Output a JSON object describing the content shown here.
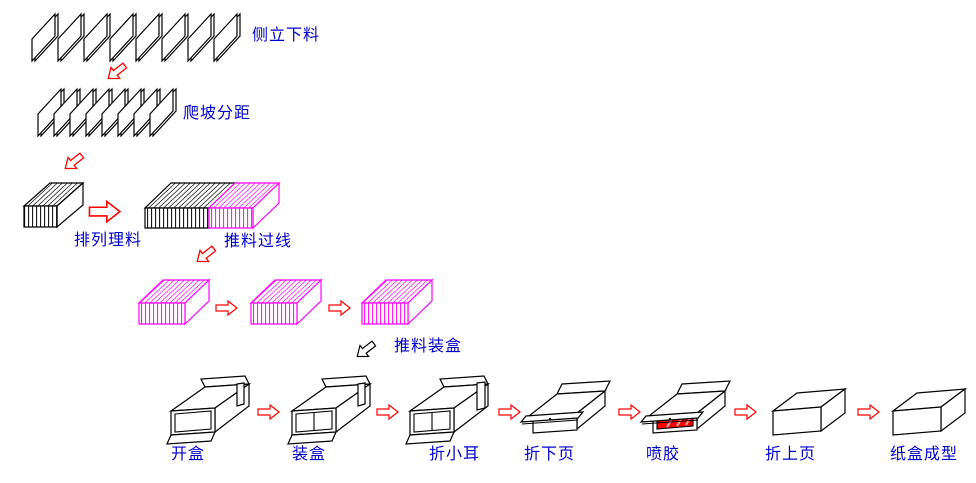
{
  "diagram": {
    "type": "carton-packing-process-flow",
    "stages": [
      {
        "id": "side-blanking",
        "label": "侧立下料"
      },
      {
        "id": "climb-spacing",
        "label": "爬坡分距"
      },
      {
        "id": "arrange-material",
        "label": "排列理料"
      },
      {
        "id": "push-over-line",
        "label": "推料过线"
      },
      {
        "id": "push-into-box",
        "label": "推料装盒"
      },
      {
        "id": "open-box",
        "label": "开盒"
      },
      {
        "id": "load-box",
        "label": "装盒"
      },
      {
        "id": "fold-small-ear",
        "label": "折小耳"
      },
      {
        "id": "fold-lower-flap",
        "label": "折下页"
      },
      {
        "id": "spray-glue",
        "label": "喷胶"
      },
      {
        "id": "fold-upper-flap",
        "label": "折上页"
      },
      {
        "id": "carton-formed",
        "label": "纸盒成型"
      }
    ],
    "colors": {
      "label_text": "#0000CC",
      "outline": "#000000",
      "material_highlight": "#FF00FF",
      "flow_arrow": "#FF0000",
      "glue_mark": "#FF0000",
      "background": "#FFFFFF"
    }
  }
}
